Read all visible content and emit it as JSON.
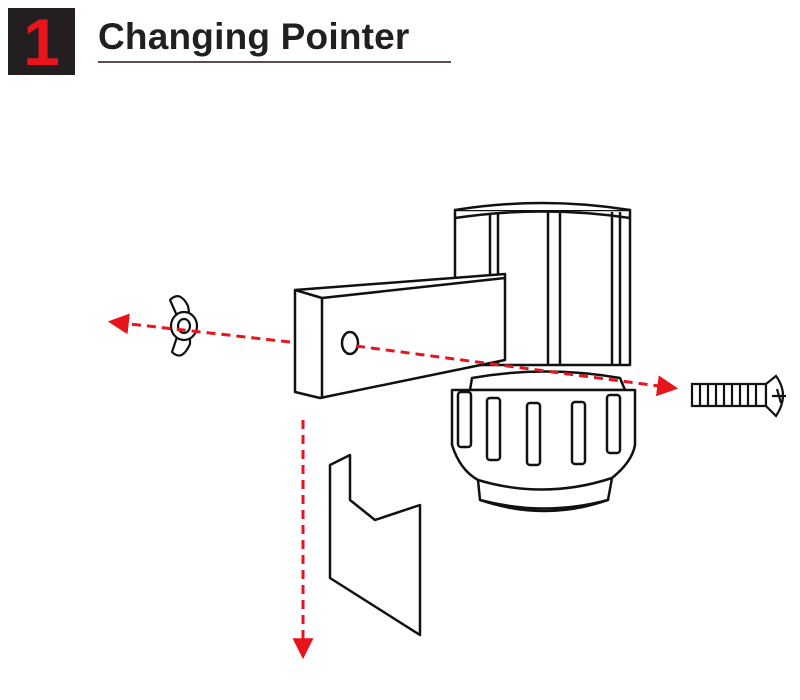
{
  "header": {
    "step_number": "1",
    "title": "Changing Pointer"
  },
  "colors": {
    "badge_background": "#231f20",
    "badge_number": "#e8141b",
    "arrow": "#e8141b",
    "line_art": "#111111"
  },
  "diagram": {
    "parts": [
      "wing-nut",
      "bracket-arm",
      "housing",
      "knurled-knob",
      "screw",
      "pointer-plate"
    ]
  }
}
